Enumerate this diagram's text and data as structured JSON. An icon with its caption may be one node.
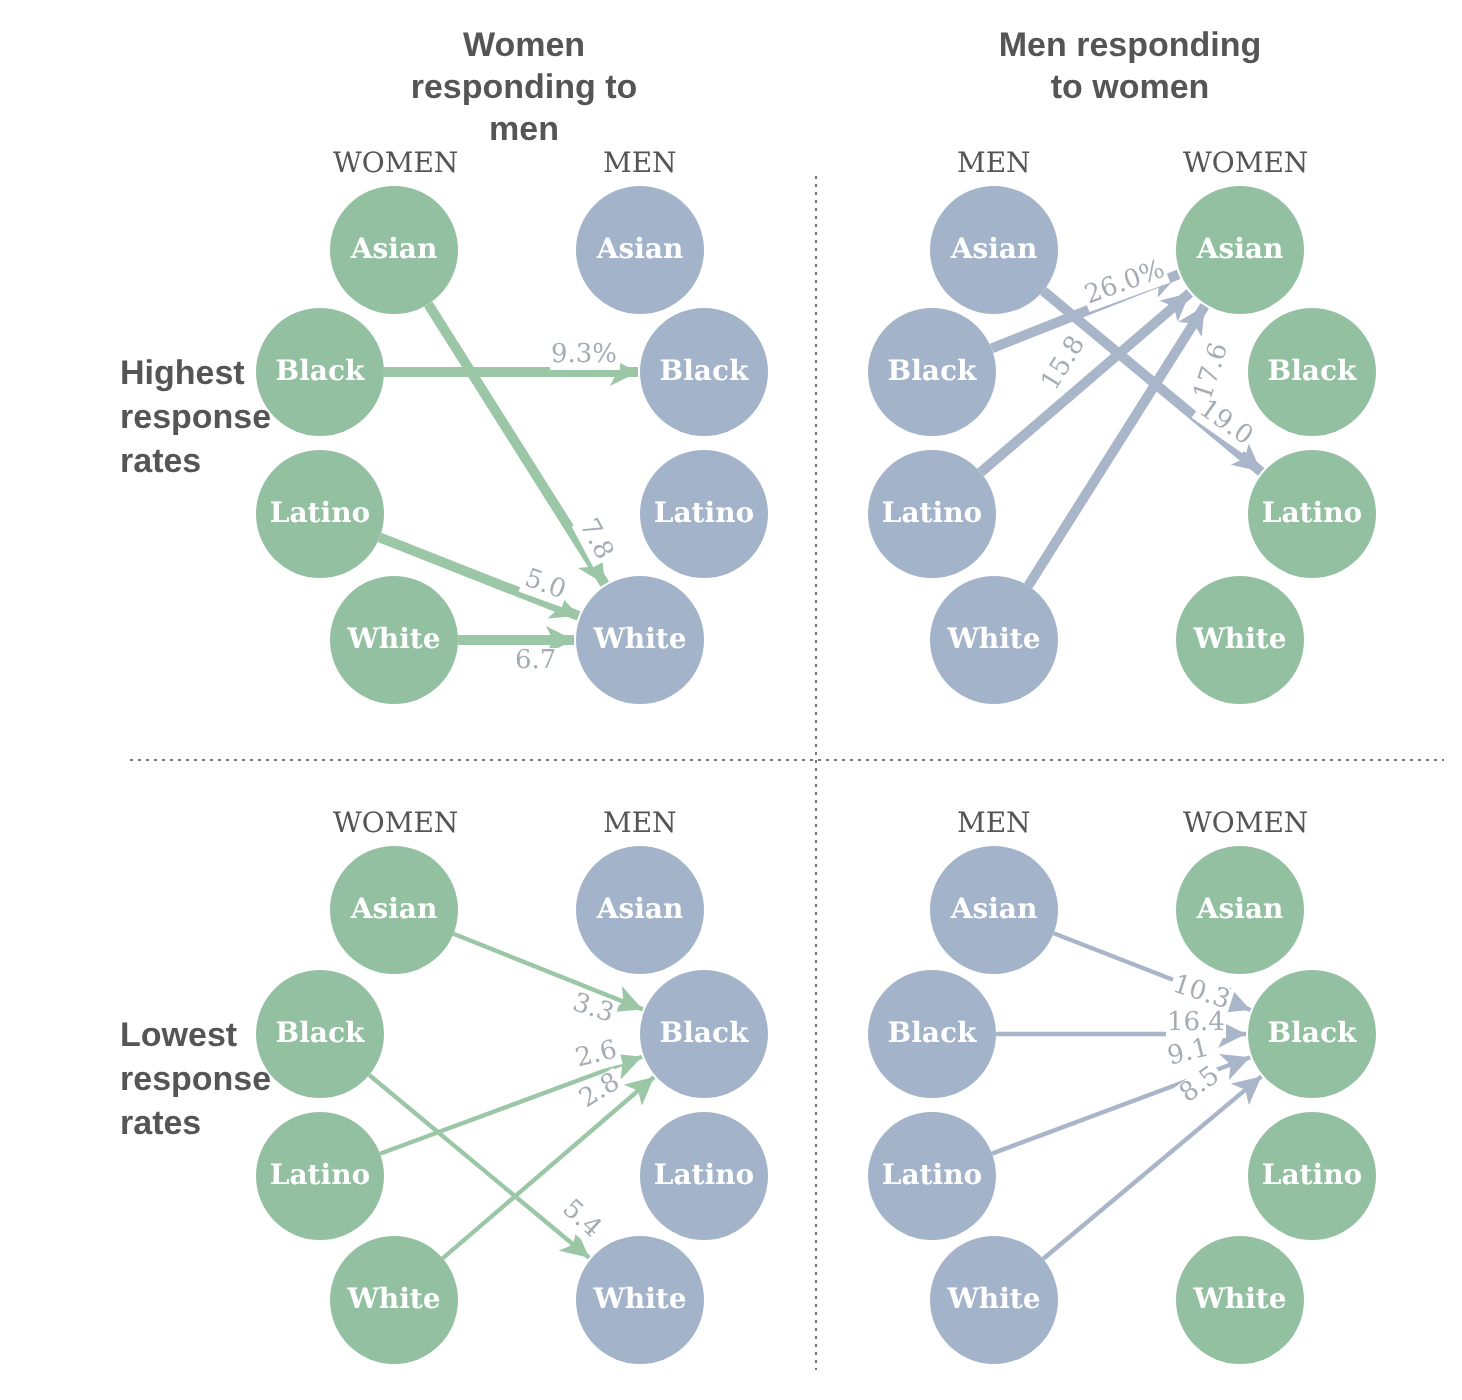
{
  "diagram": {
    "nodes": [
      {
        "text": [
          "Asian"
        ]
      },
      {
        "text": [
          "Black"
        ]
      },
      {
        "text": [
          "Latino"
        ]
      },
      {
        "text": [
          "White"
        ]
      },
      {
        "text": [
          "Asian"
        ]
      },
      {
        "text": [
          "Black"
        ]
      },
      {
        "text": [
          "Latino"
        ]
      },
      {
        "text": [
          "White"
        ]
      },
      {
        "text": [
          "Asian"
        ]
      },
      {
        "text": [
          "Black"
        ]
      },
      {
        "text": [
          "Latino"
        ]
      },
      {
        "text": [
          "White"
        ]
      },
      {
        "text": [
          "Asian"
        ]
      },
      {
        "text": [
          "Black"
        ]
      },
      {
        "text": [
          "Latino"
        ]
      },
      {
        "text": [
          "White"
        ]
      },
      {
        "text": [
          "Asian"
        ]
      },
      {
        "text": [
          "Black"
        ]
      },
      {
        "text": [
          "Latino"
        ]
      },
      {
        "text": [
          "White"
        ]
      },
      {
        "text": [
          "Asian"
        ]
      },
      {
        "text": [
          "Black"
        ]
      },
      {
        "text": [
          "Latino"
        ]
      },
      {
        "text": [
          "White"
        ]
      },
      {
        "text": [
          "Asian"
        ]
      },
      {
        "text": [
          "Black"
        ]
      },
      {
        "text": [
          "Latino"
        ]
      },
      {
        "text": [
          "White"
        ]
      },
      {
        "text": [
          "Asian"
        ]
      },
      {
        "text": [
          "Black"
        ]
      },
      {
        "text": [
          "Latino"
        ]
      },
      {
        "text": [
          "White"
        ]
      }
    ],
    "edges": [
      {
        "from": 1,
        "to": 5,
        "arrow": "to",
        "label": "9.3%",
        "style": "thick"
      },
      {
        "from": 0,
        "to": 7,
        "arrow": "to",
        "label": "7.8",
        "style": "thick"
      },
      {
        "from": 2,
        "to": 7,
        "arrow": "to",
        "label": "5.0",
        "style": "thick"
      },
      {
        "from": 3,
        "to": 7,
        "arrow": "to",
        "label": "6.7",
        "style": "thick"
      },
      {
        "from": 9,
        "to": 12,
        "arrow": "to",
        "label": "26.0%",
        "style": "thick",
        "color": "#a9b5c9"
      },
      {
        "from": 10,
        "to": 12,
        "arrow": "to",
        "label": "15.8",
        "style": "thick",
        "color": "#a9b5c9"
      },
      {
        "from": 11,
        "to": 12,
        "arrow": "to",
        "label": "17.6",
        "style": "thick",
        "color": "#a9b5c9"
      },
      {
        "from": 8,
        "to": 14,
        "arrow": "to",
        "label": "19.0",
        "style": "thick",
        "color": "#a9b5c9"
      },
      {
        "from": 16,
        "to": 21,
        "arrow": "to",
        "label": "3.3"
      },
      {
        "from": 18,
        "to": 21,
        "arrow": "to",
        "label": "2.6"
      },
      {
        "from": 19,
        "to": 21,
        "arrow": "to",
        "label": "2.8"
      },
      {
        "from": 17,
        "to": 23,
        "arrow": "to",
        "label": "5.4"
      },
      {
        "from": 24,
        "to": 29,
        "arrow": "to",
        "label": "10.3",
        "color": "#a9b5c9"
      },
      {
        "from": 25,
        "to": 29,
        "arrow": "to",
        "label": "16.4",
        "color": "#a9b5c9"
      },
      {
        "from": 26,
        "to": 29,
        "arrow": "to",
        "label": "9.1",
        "color": "#a9b5c9"
      },
      {
        "from": 27,
        "to": 29,
        "arrow": "to",
        "label": "8.5",
        "color": "#a9b5c9"
      }
    ],
    "labels": [
      "Women responding to men",
      "Men responding to women",
      "WOMEN",
      "MEN",
      "MEN",
      "WOMEN",
      "Highest response rates",
      "WOMEN",
      "MEN",
      "MEN",
      "WOMEN",
      "Lowest response rates"
    ]
  }
}
